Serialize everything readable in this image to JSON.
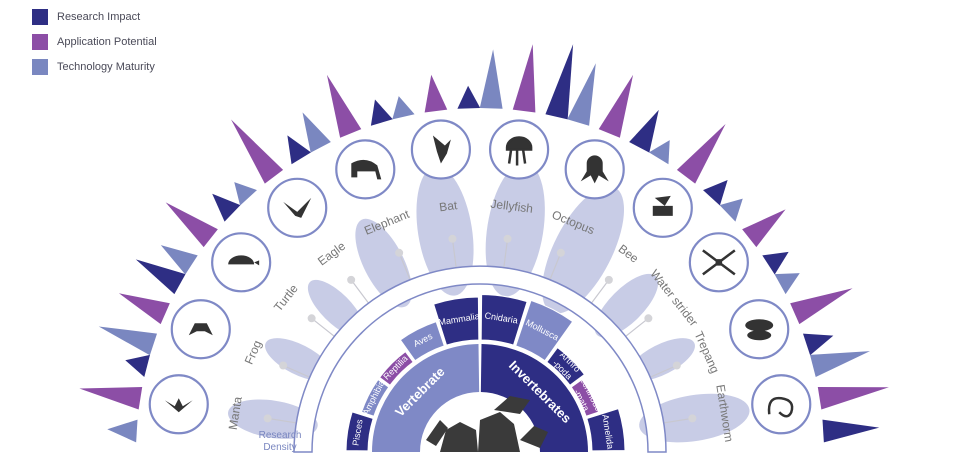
{
  "legend": {
    "items": [
      {
        "label": "Research Impact",
        "color": "#2e2e84"
      },
      {
        "label": "Application Potential",
        "color": "#8c4ea6"
      },
      {
        "label": "Technology Maturity",
        "color": "#7a87c0"
      }
    ]
  },
  "labels": {
    "density": "Research\nDensity",
    "vertebrate": "Vertebrate",
    "invertebrates": "Invertebrates"
  },
  "colors": {
    "impact": "#2e2e84",
    "potential": "#8c4ea6",
    "maturity": "#7a87c0",
    "ring": "#7f89c6",
    "blob": "#b3b9dc",
    "label": "#777777",
    "icon": "#333333"
  },
  "chart_data": {
    "type": "radial-bar",
    "series": [
      {
        "name": "Research Impact",
        "key": "impact"
      },
      {
        "name": "Application Potential",
        "key": "potential"
      },
      {
        "name": "Technology Maturity",
        "key": "maturity"
      }
    ],
    "animals": [
      {
        "name": "Manta",
        "icon": "manta-ray-icon",
        "impact": 0.12,
        "potential": 0.68,
        "maturity": 0.22
      },
      {
        "name": "Frog",
        "icon": "frog-icon",
        "impact": 0.52,
        "potential": 0.52,
        "maturity": 0.62
      },
      {
        "name": "Turtle",
        "icon": "turtle-icon",
        "impact": 0.2,
        "potential": 0.62,
        "maturity": 0.32
      },
      {
        "name": "Eagle",
        "icon": "eagle-icon",
        "impact": 0.18,
        "potential": 0.82,
        "maturity": 0.1
      },
      {
        "name": "Elephant",
        "icon": "elephant-icon",
        "impact": 0.14,
        "potential": 0.7,
        "maturity": 0.36
      },
      {
        "name": "Bat",
        "icon": "bat-icon",
        "impact": 0.12,
        "potential": 0.32,
        "maturity": 0.1
      },
      {
        "name": "Jellyfish",
        "icon": "jellyfish-icon",
        "impact": 0.86,
        "potential": 0.76,
        "maturity": 0.64
      },
      {
        "name": "Octopus",
        "icon": "octopus-icon",
        "impact": 0.4,
        "potential": 0.7,
        "maturity": 0.68
      },
      {
        "name": "Bee",
        "icon": "bee-icon",
        "impact": 0.14,
        "potential": 0.74,
        "maturity": 0.1
      },
      {
        "name": "Water strider",
        "icon": "water-strider-icon",
        "impact": 0.14,
        "potential": 0.46,
        "maturity": 0.1
      },
      {
        "name": "Trepang",
        "icon": "sea-cucumber-icon",
        "impact": 0.2,
        "potential": 0.7,
        "maturity": 0.12
      },
      {
        "name": "Earthworm",
        "icon": "earthworm-icon",
        "impact": 0.6,
        "potential": 0.8,
        "maturity": 0.64
      }
    ],
    "taxa": [
      {
        "name": "Pisces",
        "group": "Vertebrate",
        "density": 0.48
      },
      {
        "name": "Amphibia",
        "group": "Vertebrate",
        "density": 0.3
      },
      {
        "name": "Reptilia",
        "group": "Vertebrate",
        "density": 0.3
      },
      {
        "name": "Aves",
        "group": "Vertebrate",
        "density": 0.55
      },
      {
        "name": "Mammalia",
        "group": "Vertebrate",
        "density": 0.9
      },
      {
        "name": "Cnidaria",
        "group": "Invertebrates",
        "density": 0.95
      },
      {
        "name": "Mollusca",
        "group": "Invertebrates",
        "density": 1.0
      },
      {
        "name": "Arthro\n-poda",
        "group": "Invertebrates",
        "density": 0.4
      },
      {
        "name": "Echinoder\n-mata",
        "group": "Invertebrates",
        "density": 0.3
      },
      {
        "name": "Annelida",
        "group": "Invertebrates",
        "density": 0.7
      }
    ]
  }
}
